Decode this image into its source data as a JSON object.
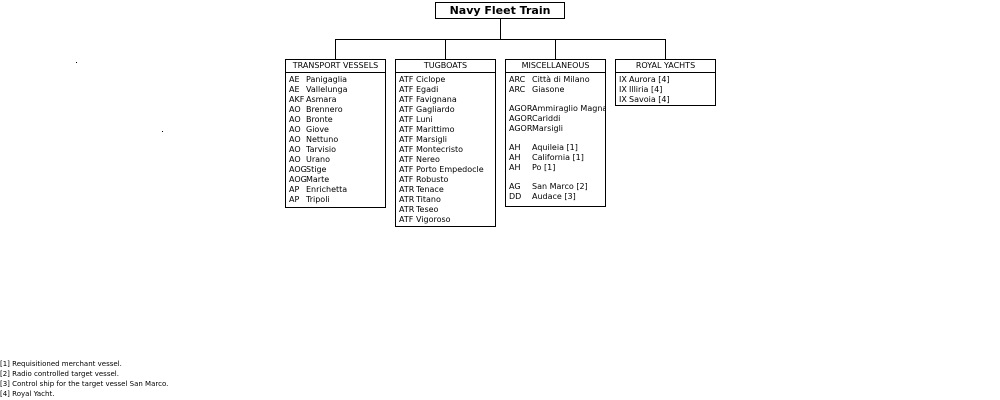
{
  "title": "Navy Fleet Train",
  "columns": [
    {
      "header": "TRANSPORT VESSELS",
      "items": [
        {
          "code": "AE",
          "name": "Panigaglia"
        },
        {
          "code": "AE",
          "name": "Vallelunga"
        },
        {
          "code": "AKF",
          "name": "Asmara"
        },
        {
          "code": "AO",
          "name": "Brennero"
        },
        {
          "code": "AO",
          "name": "Bronte"
        },
        {
          "code": "AO",
          "name": "Giove"
        },
        {
          "code": "AO",
          "name": "Nettuno"
        },
        {
          "code": "AO",
          "name": "Tarvisio"
        },
        {
          "code": "AO",
          "name": "Urano"
        },
        {
          "code": "AOG",
          "name": "Stige"
        },
        {
          "code": "AOG",
          "name": "Marte"
        },
        {
          "code": "AP",
          "name": "Enrichetta"
        },
        {
          "code": "AP",
          "name": "Tripoli"
        }
      ]
    },
    {
      "header": "TUGBOATS",
      "items": [
        {
          "code": "ATF",
          "name": "Ciclope"
        },
        {
          "code": "ATF",
          "name": "Egadi"
        },
        {
          "code": "ATF",
          "name": "Favignana"
        },
        {
          "code": "ATF",
          "name": "Gagliardo"
        },
        {
          "code": "ATF",
          "name": "Luni"
        },
        {
          "code": "ATF",
          "name": "Marittimo"
        },
        {
          "code": "ATF",
          "name": "Marsigli"
        },
        {
          "code": "ATF",
          "name": "Montecristo"
        },
        {
          "code": "ATF",
          "name": "Nereo"
        },
        {
          "code": "ATF",
          "name": "Porto Empedocle"
        },
        {
          "code": "ATF",
          "name": "Robusto"
        },
        {
          "code": "ATR",
          "name": "Tenace"
        },
        {
          "code": "ATR",
          "name": "Titano"
        },
        {
          "code": "ATR",
          "name": "Teseo"
        },
        {
          "code": "ATF",
          "name": "Vigoroso"
        }
      ]
    },
    {
      "header": "MISCELLANEOUS",
      "items": [
        {
          "code": "ARC",
          "name": "Città di Milano"
        },
        {
          "code": "ARC",
          "name": "Giasone"
        },
        {
          "gap": true
        },
        {
          "code": "AGOR",
          "name": "Ammiraglio Magnaghi"
        },
        {
          "code": "AGOR",
          "name": "Cariddi"
        },
        {
          "code": "AGOR",
          "name": "Marsigli"
        },
        {
          "gap": true
        },
        {
          "code": "AH",
          "name": "Aquileia [1]"
        },
        {
          "code": "AH",
          "name": "California [1]"
        },
        {
          "code": "AH",
          "name": "Po [1]"
        },
        {
          "gap": true
        },
        {
          "code": "AG",
          "name": "San Marco [2]"
        },
        {
          "code": "DD",
          "name": "Audace [3]"
        }
      ]
    },
    {
      "header": "ROYAL YACHTS",
      "items": [
        {
          "code": "IX",
          "name": "Aurora [4]"
        },
        {
          "code": "IX",
          "name": "Illiria [4]"
        },
        {
          "code": "IX",
          "name": "Savoia [4]"
        }
      ]
    }
  ],
  "footnotes": [
    "[1] Requisitioned merchant vessel.",
    "[2] Radio controlled target vessel.",
    "[3] Control ship for the target vessel San Marco.",
    "[4] Royal Yacht."
  ]
}
